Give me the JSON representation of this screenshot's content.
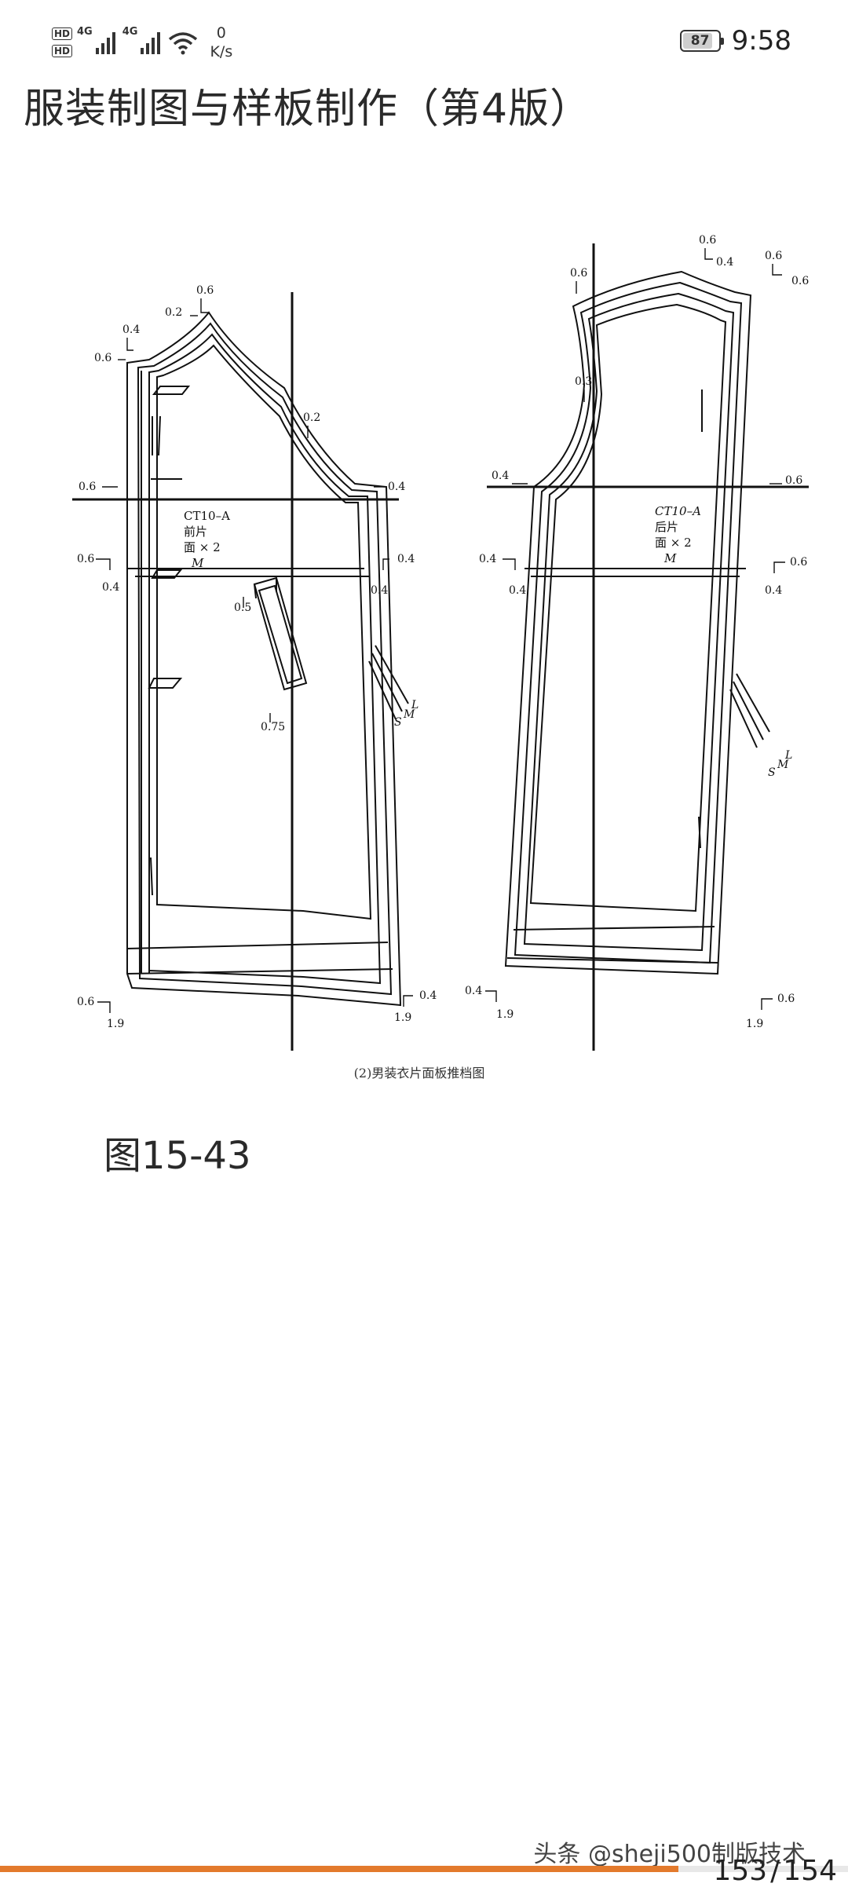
{
  "status_bar": {
    "hd_badge": "HD",
    "network_type": "4G",
    "net_speed_value": "0",
    "net_speed_unit": "K/s",
    "battery_level": "87",
    "battery_fraction": 0.87,
    "time": "9:58"
  },
  "doc": {
    "title": "服装制图与样板制作（第4版）",
    "figure_caption": "(2)男装衣片面板推档图",
    "figure_number": "图15-43"
  },
  "front_piece": {
    "code": "CT10–A",
    "name": "前片",
    "qty": "面 × 2",
    "size": "M",
    "grades": {
      "neck_top": "0.6",
      "neck_side": "0.2",
      "shoulder_up": "0.4",
      "shoulder_left": "0.6",
      "armhole": "0.2",
      "chest_left": "0.6",
      "chest_right": "0.4",
      "waist_left_up": "0.6",
      "waist_left_down": "0.4",
      "waist_right_up": "0.4",
      "waist_right_down": "0.4",
      "pocket_top": "0.5",
      "pocket_bottom": "0.75",
      "hem_left_up": "0.6",
      "hem_left_down": "1.9",
      "hem_right_up": "0.4",
      "hem_right_down": "1.9"
    },
    "size_lines": [
      "L",
      "M",
      "S"
    ]
  },
  "back_piece": {
    "code": "CT10–A",
    "name": "后片",
    "qty": "面 × 2",
    "size": "M",
    "grades": {
      "neck_top": "0.6",
      "neck_right": "0.4",
      "shoulder_left": "0.6",
      "shoulder_right_up": "0.6",
      "shoulder_right": "0.6",
      "armhole": "0.3",
      "chest_left": "0.4",
      "chest_right": "0.6",
      "waist_left_up": "0.4",
      "waist_left_down": "0.4",
      "waist_right_up": "0.6",
      "waist_right_down": "0.4",
      "hem_left_up": "0.4",
      "hem_left_down": "1.9",
      "hem_right_up": "0.6",
      "hem_right_down": "1.9"
    },
    "size_lines": [
      "L",
      "M",
      "S"
    ]
  },
  "footer": {
    "watermark": "头条 @sheji500制版技术",
    "page_current": "153",
    "page_total": "154",
    "page_separator": "/",
    "progress_fraction": 0.8
  },
  "colors": {
    "accent": "#e37a2c",
    "text": "#222222",
    "background": "#ffffff"
  }
}
